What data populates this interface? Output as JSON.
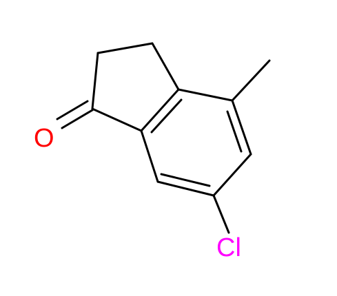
{
  "molecule": {
    "atoms": [
      {
        "id": "O",
        "label": "O",
        "color": "#ff0000"
      },
      {
        "id": "Cl",
        "label": "Cl",
        "color": "#ff00ff"
      }
    ],
    "bond_color": "#000000",
    "background": "#ffffff"
  }
}
